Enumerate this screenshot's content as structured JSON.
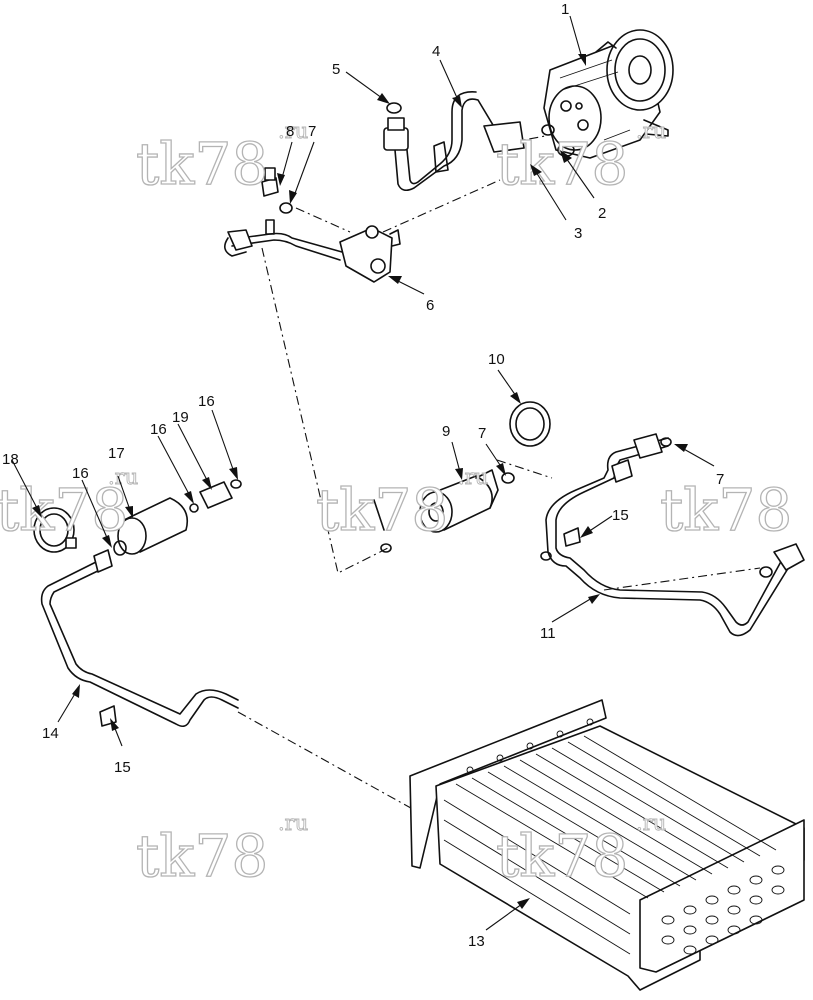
{
  "watermark": {
    "main": "tk78",
    "sup": ".ru"
  },
  "callouts": {
    "c1": "1",
    "c2": "2",
    "c3": "3",
    "c4": "4",
    "c5": "5",
    "c6": "6",
    "c7a": "7",
    "c7b": "7",
    "c7c": "7",
    "c8": "8",
    "c9": "9",
    "c10": "10",
    "c11": "11",
    "c13": "13",
    "c14": "14",
    "c15a": "15",
    "c15b": "15",
    "c16a": "16",
    "c16b": "16",
    "c16c": "16",
    "c17": "17",
    "c18": "18",
    "c19": "19"
  }
}
